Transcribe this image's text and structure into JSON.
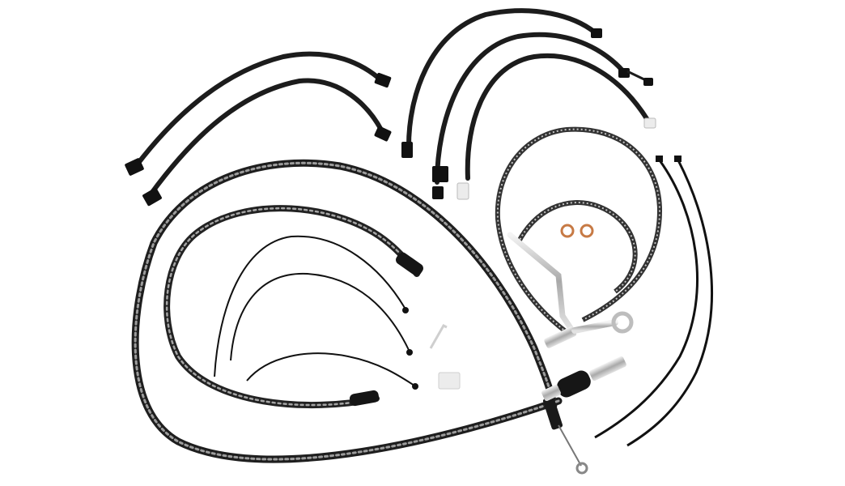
{
  "colors": {
    "background": "#ffffff",
    "wire_black": "#1c1c1c",
    "braid_dark": "#2a2a2a",
    "braid_light": "#bdbdbd",
    "chrome": "#c9c9c9",
    "copper": "#c77a45",
    "connector_white": "#ececec"
  },
  "items": {
    "harness_count": 5,
    "braided_cable_count": 3,
    "cable_tie_count": 2,
    "washer_count": 2,
    "small_wire_count": 3
  }
}
